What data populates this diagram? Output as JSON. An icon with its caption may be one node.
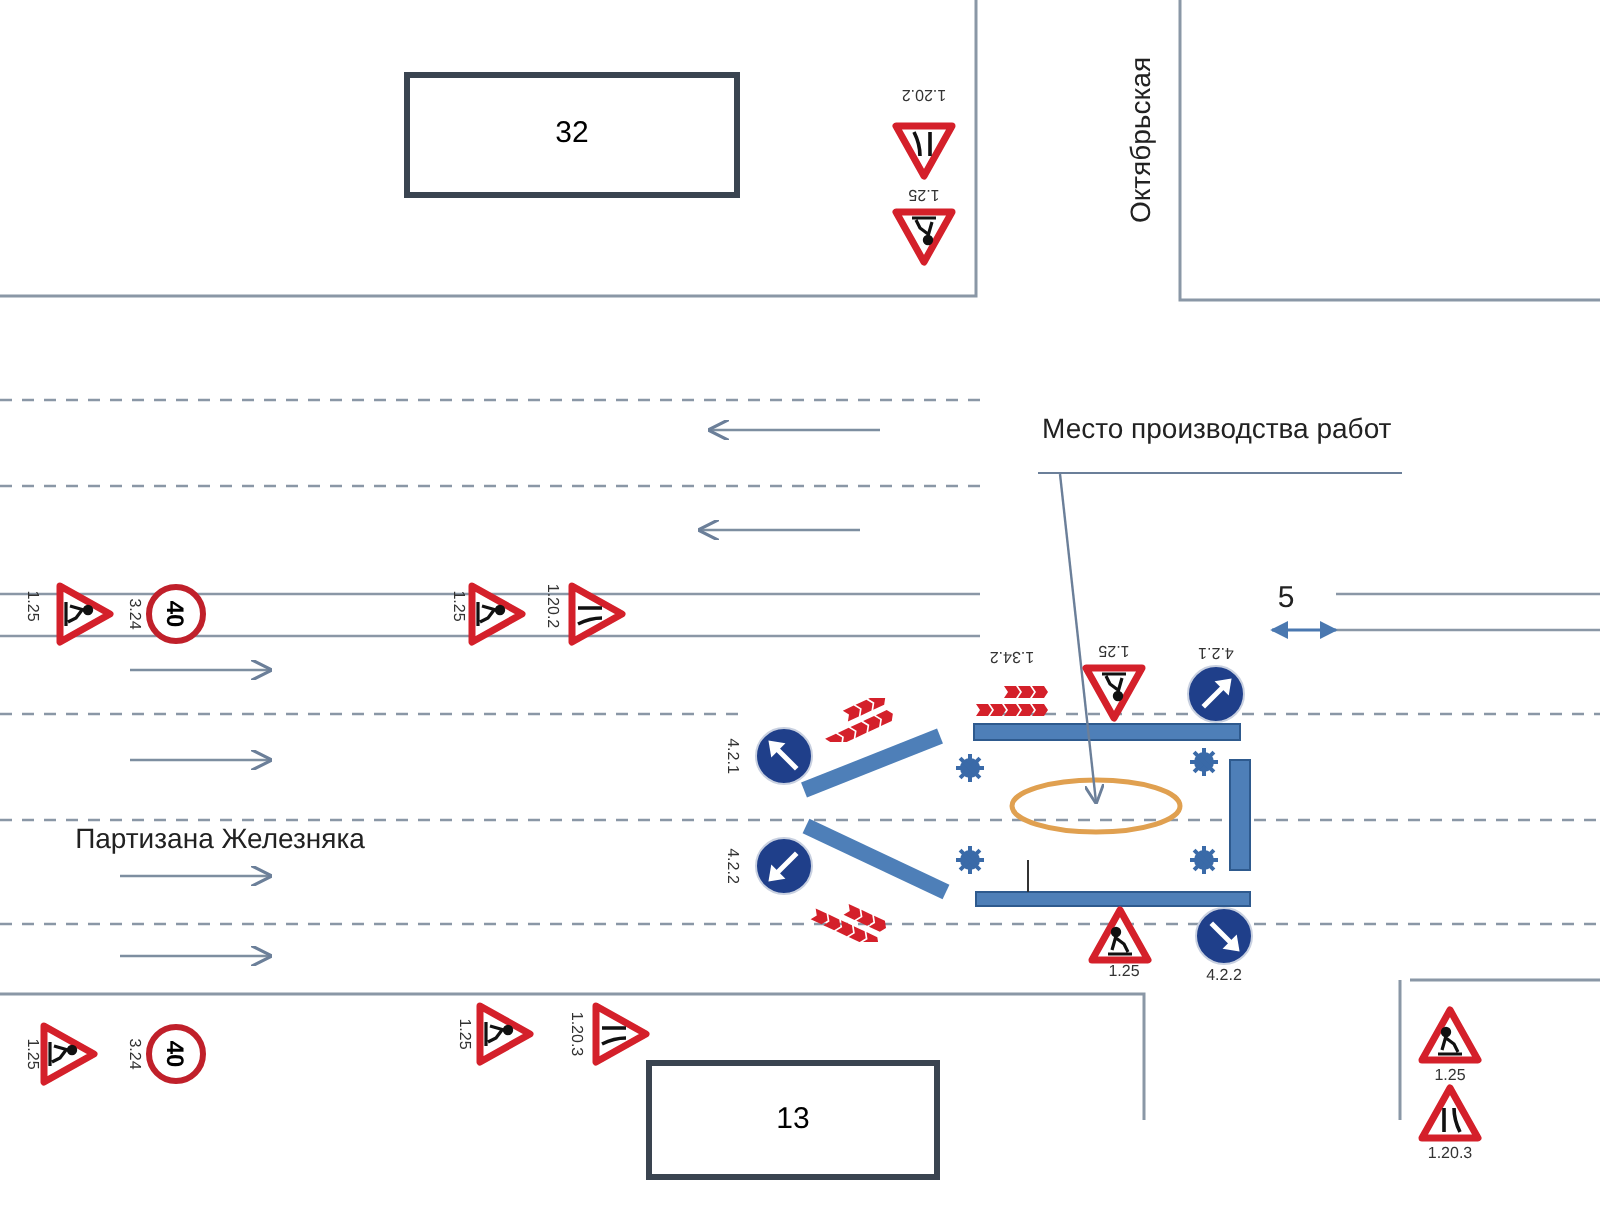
{
  "diagram": {
    "nodes": [
      {
        "text": [
          "32"
        ]
      },
      {
        "text": [
          "13"
        ]
      },
      {
        "text": [
          "Место производства работ"
        ]
      },
      {
        "text": [],
        "shape": "ellipse"
      },
      {
        "text": [],
        "shape": "triangle",
        "beside": [
          "1.20.2"
        ]
      },
      {
        "text": [],
        "shape": "triangle",
        "beside": [
          "1.25"
        ]
      },
      {
        "text": [],
        "shape": "triangle",
        "beside": [
          "1.25"
        ]
      },
      {
        "text": [
          "40"
        ],
        "beside": [
          "3.24"
        ]
      },
      {
        "text": [],
        "shape": "triangle",
        "beside": [
          "1.25"
        ]
      },
      {
        "text": [],
        "shape": "triangle",
        "beside": [
          "1.20.2"
        ]
      },
      {
        "text": [],
        "shape": "chevron",
        "beside": [
          "1.34.2"
        ]
      },
      {
        "text": [],
        "shape": "triangle",
        "beside": [
          "1.25"
        ]
      },
      {
        "text": [],
        "shape": "circle",
        "beside": [
          "4.2.1"
        ]
      },
      {
        "text": [],
        "shape": "circle",
        "beside": [
          "4.2.1"
        ]
      },
      {
        "text": [],
        "shape": "chevron"
      },
      {
        "text": [],
        "shape": "circle",
        "beside": [
          "4.2.2"
        ]
      },
      {
        "text": [],
        "shape": "chevron"
      },
      {
        "text": [],
        "shape": "triangle",
        "beside": [
          "1.25"
        ]
      },
      {
        "text": [],
        "shape": "circle",
        "beside": [
          "4.2.2"
        ]
      },
      {
        "text": [],
        "shape": "triangle",
        "beside": [
          "1.25"
        ]
      },
      {
        "text": [
          "40"
        ],
        "beside": [
          "3.24"
        ]
      },
      {
        "text": [],
        "shape": "triangle",
        "beside": [
          "1.25"
        ]
      },
      {
        "text": [],
        "shape": "triangle",
        "beside": [
          "1.20.3"
        ]
      },
      {
        "text": [],
        "shape": "triangle",
        "beside": [
          "1.25"
        ]
      },
      {
        "text": [],
        "shape": "triangle",
        "beside": [
          "1.20.3"
        ]
      }
    ],
    "edges": [
      {
        "from": 2,
        "to": 3,
        "arrow": "to"
      }
    ],
    "labels": [
      "Октябрьская",
      "5",
      "Партизана Железняка"
    ]
  }
}
